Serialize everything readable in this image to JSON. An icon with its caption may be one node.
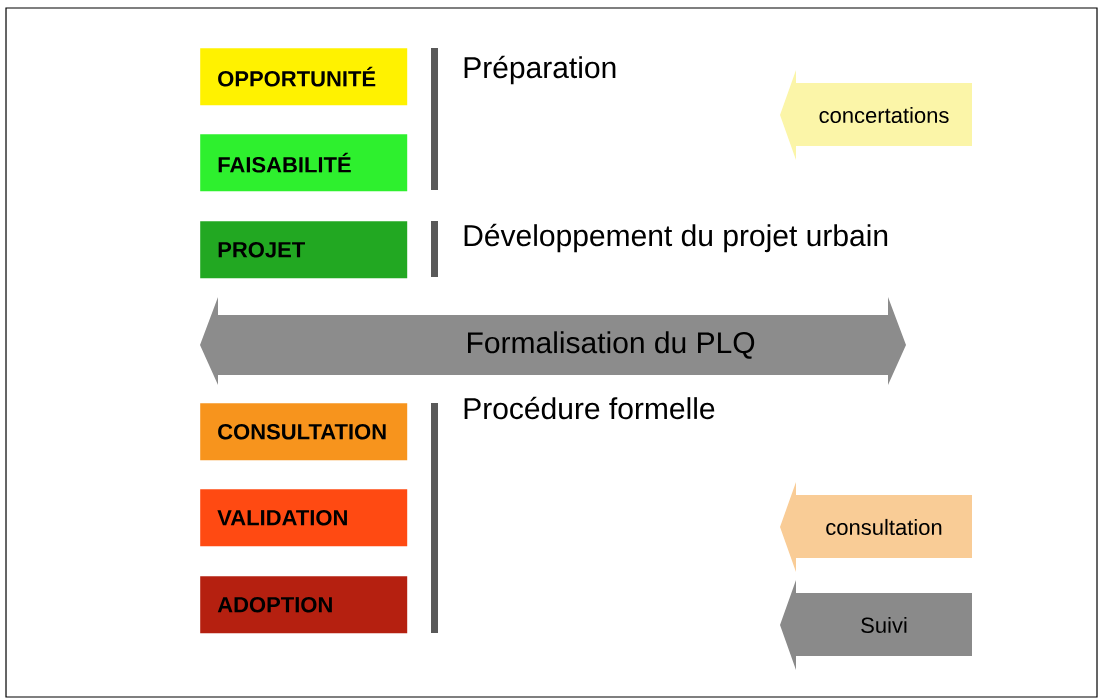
{
  "diagram": {
    "nodes": [
      {
        "text": [
          "OPPORTUNITÉ"
        ]
      },
      {
        "text": [
          "FAISABILITÉ"
        ]
      },
      {
        "text": [
          "PROJET"
        ]
      },
      {
        "text": [
          "CONSULTATION"
        ]
      },
      {
        "text": [
          "VALIDATION"
        ]
      },
      {
        "text": [
          "ADOPTION"
        ]
      },
      {
        "text": [
          "Formalisation du PLQ"
        ]
      },
      {
        "text": [
          "concertations"
        ]
      },
      {
        "text": [
          "consultation"
        ]
      },
      {
        "text": [
          "Suivi"
        ]
      }
    ],
    "labels": [
      "Préparation",
      "Développement du projet urbain",
      "Procédure formelle"
    ]
  }
}
